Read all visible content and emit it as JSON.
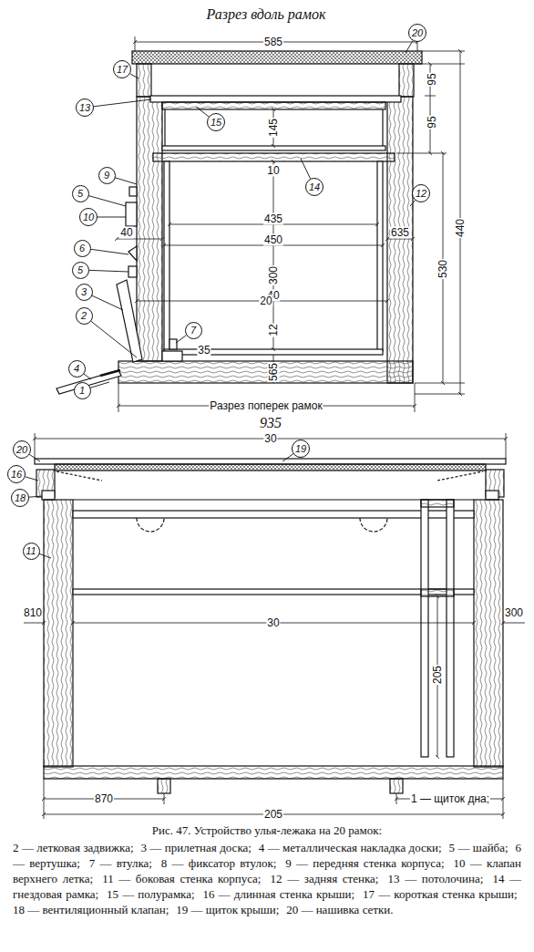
{
  "diagram": {
    "caption": "Рис. 47. Устройство улья-лежака на 20 рамок:",
    "nodes": [
      {
        "text": [
          "20"
        ]
      },
      {
        "text": [
          "17"
        ]
      },
      {
        "text": [
          "13"
        ]
      },
      {
        "text": [
          "15"
        ]
      },
      {
        "text": [
          "9"
        ]
      },
      {
        "text": [
          "5"
        ]
      },
      {
        "text": [
          "10"
        ]
      },
      {
        "text": [
          "6"
        ]
      },
      {
        "text": [
          "5"
        ]
      },
      {
        "text": [
          "3"
        ]
      },
      {
        "text": [
          "2"
        ]
      },
      {
        "text": [
          "4"
        ]
      },
      {
        "text": [
          "1"
        ]
      },
      {
        "text": [
          "7"
        ]
      },
      {
        "text": [
          "14"
        ]
      },
      {
        "text": [
          "12"
        ]
      },
      {
        "text": [
          "19"
        ]
      },
      {
        "text": [
          "20"
        ]
      },
      {
        "text": [
          "16"
        ]
      },
      {
        "text": [
          "18"
        ]
      },
      {
        "text": [
          "11"
        ]
      }
    ],
    "labels": [
      "Разрез вдоль рамок",
      "585",
      "95",
      "95",
      "145",
      "10",
      "435",
      "450",
      "300",
      "40",
      "40",
      "635",
      "440",
      "530",
      "20",
      "12",
      "35",
      "565",
      "Разрез поперек рамок",
      "935",
      "30",
      "810",
      "30",
      "300",
      "205",
      "870",
      "205",
      "1 — щиток дна;",
      "2 — летковая задвижка;",
      "3 — прилетная доска;",
      "4 — металлическая накладка доски;",
      "5 — шайба;",
      "6 — вертушка;",
      "7 — втулка;",
      "8 — фиксатор втулок;",
      "9 — передняя стенка корпуса;",
      "10 — клапан верхнего летка;",
      "11 — боковая стенка корпуса;",
      "12 — задняя стенка;",
      "13 — потолочина;",
      "14 — гнездовая рамка;",
      "15 — полурамка;",
      "16 — длинная стенка крыши;",
      "17 — короткая стенка крыши;",
      "18 — вентиляционный клапан;",
      "19 — щиток крыши;",
      "20 — нашивка сетки."
    ]
  }
}
